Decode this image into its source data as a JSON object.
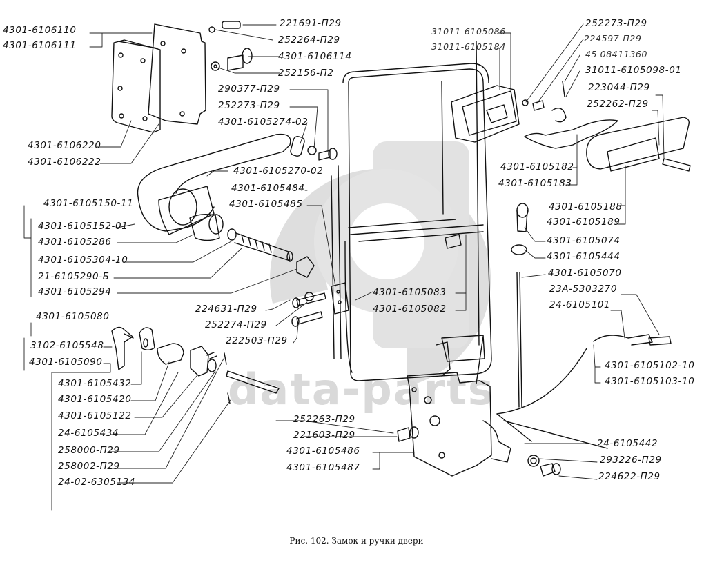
{
  "figure": {
    "caption": "Рис. 102.  Замок и ручки двери",
    "watermark": "data-parts"
  },
  "labels": {
    "l01": "4301-6106110",
    "l02": "4301-6106111",
    "l03": "221691-П29",
    "l04": "252264-П29",
    "l05": "4301-6106114",
    "l06": "252156-П2",
    "l07": "290377-П29",
    "l08": "252273-П29",
    "l09": "4301-6105274-02",
    "l10": "4301-6106220",
    "l11": "4301-6106222",
    "l12": "4301-6105270-02",
    "l13": "4301-6105484",
    "l14": "4301-6105485",
    "l15": "4301-6105150-11",
    "l16": "4301-6105152-01",
    "l17": "4301-6105286",
    "l18": "4301-6105304-10",
    "l19": "21-6105290-Б",
    "l20": "4301-6105294",
    "l21": "224631-П29",
    "l22": "252274-П29",
    "l23": "222503-П29",
    "l24": "4301-6105080",
    "l25": "3102-6105548",
    "l26": "4301-6105090",
    "l27": "4301-6105432",
    "l28": "4301-6105420",
    "l29": "4301-6105122",
    "l30": "24-6105434",
    "l31": "258000-П29",
    "l32": "258002-П29",
    "l33": "24-02-6305134",
    "l34": "252263-П29",
    "l35": "221603-П29",
    "l36": "4301-6105486",
    "l37": "4301-6105487",
    "l38": "31011-6105086",
    "l39": "31011-6105184",
    "l40": "252273-П29",
    "l41": "224597-П29",
    "l42": "45 08411360",
    "l43": "31011-6105098-01",
    "l44": "223044-П29",
    "l45": "252262-П29",
    "l46": "4301-6105182",
    "l47": "4301-6105183",
    "l48": "4301-6105188",
    "l49": "4301-6105189",
    "l50": "4301-6105074",
    "l51": "4301-6105444",
    "l52": "4301-6105070",
    "l53": "23А-5303270",
    "l54": "24-6105101",
    "l55": "4301-6105102-10",
    "l56": "4301-6105103-10",
    "l57": "4301-6105083",
    "l58": "4301-6105082",
    "l59": "24-6105442",
    "l60": "293226-П29",
    "l61": "224622-П29"
  }
}
